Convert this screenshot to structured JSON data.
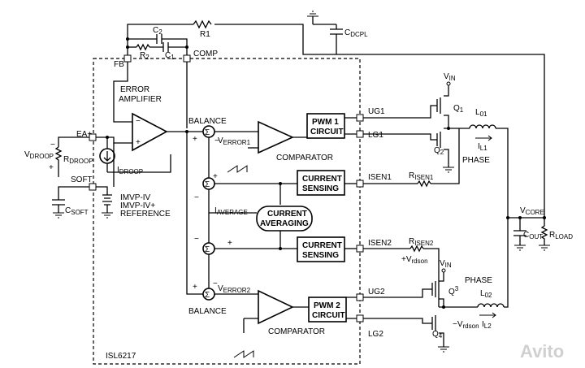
{
  "chip": {
    "name": "ISL6217"
  },
  "blocks": {
    "error_amp": [
      "ERROR",
      "AMPLIFIER"
    ],
    "comparator_1": "COMPARATOR",
    "comparator_2": "COMPARATOR",
    "pwm1": [
      "PWM 1",
      "CIRCUIT"
    ],
    "pwm2": [
      "PWM 2",
      "CIRCUIT"
    ],
    "cs1": [
      "CURRENT",
      "SENSING"
    ],
    "cs2": [
      "CURRENT",
      "SENSING"
    ],
    "averaging": [
      "CURRENT",
      "AVERAGING"
    ],
    "reference": [
      "IMVP-IV",
      "IMVP-IV+",
      "REFERENCE"
    ]
  },
  "pins": {
    "fb": "FB",
    "comp": "COMP",
    "ea": "EA+",
    "soft": "SOFT",
    "ug1": "UG1",
    "lg1": "LG1",
    "isen1": "ISEN1",
    "isen2": "ISEN2",
    "ug2": "UG2",
    "lg2": "LG2"
  },
  "labels": {
    "balance": "BALANCE",
    "phase": "PHASE",
    "sigma": "Σ",
    "verror": "V",
    "verror1_sub": "ERROR1",
    "verror2_sub": "ERROR2",
    "iaverage": "I",
    "iaverage_sub": "AVERAGE",
    "idroop": "I",
    "idroop_sub": "DROOP",
    "vdroop": "V",
    "vdroop_sub": "DROOP",
    "rdroop": "R",
    "rdroop_sub": "DROOP",
    "csoft": "C",
    "csoft_sub": "SOFT",
    "cdcpl": "C",
    "cdcpl_sub": "DCPL",
    "r1": "R1",
    "c2": "C",
    "c2_sub": "2",
    "r2": "R",
    "r2_sub": "2",
    "c1": "C",
    "c1_sub": "1",
    "vin": "V",
    "vin_sub": "IN",
    "q1": "Q",
    "q1_sub": "1",
    "q2": "Q",
    "q2_sub": "2",
    "q3": "Q",
    "q3_sub": "3",
    "q4": "Q",
    "q4_sub": "4",
    "l01": "L",
    "l01_sub": "01",
    "l02": "L",
    "l02_sub": "02",
    "il1": "I",
    "il1_sub": "L1",
    "il2": "I",
    "il2_sub": "L2",
    "risen1": "R",
    "risen1_sub": "ISEN1",
    "risen2": "R",
    "risen2_sub": "ISEN2",
    "vrdson": "V",
    "vrdson_sub": "rdson",
    "vcore": "V",
    "vcore_sub": "CORE",
    "cout": "C",
    "cout_sub": "OUT",
    "rload": "R",
    "rload_sub": "LOAD",
    "plus": "+",
    "minus": "−"
  },
  "watermark": {
    "text": "Avito"
  }
}
